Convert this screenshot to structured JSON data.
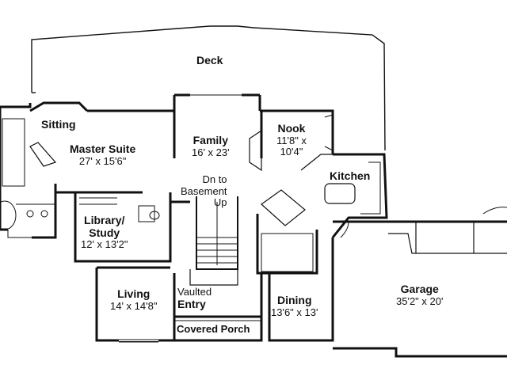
{
  "rooms": {
    "deck": {
      "name": "Deck"
    },
    "sitting": {
      "name": "Sitting"
    },
    "master_suite": {
      "name": "Master Suite",
      "dims": "27' x 15'6\""
    },
    "family": {
      "name": "Family",
      "dims": "16' x 23'"
    },
    "nook": {
      "name": "Nook",
      "dims_line1": "11'8\" x",
      "dims_line2": "10'4\""
    },
    "kitchen": {
      "name": "Kitchen"
    },
    "stairs": {
      "line1": "Dn to",
      "line2": "Basement",
      "line3": "Up"
    },
    "library": {
      "name_line1": "Library/",
      "name_line2": "Study",
      "dims": "12' x 13'2\""
    },
    "living": {
      "name": "Living",
      "dims": "14' x 14'8\""
    },
    "entry": {
      "line1": "Vaulted",
      "line2": "Entry"
    },
    "porch": {
      "name": "Covered Porch"
    },
    "dining": {
      "name": "Dining",
      "dims": "13'6\" x 13'"
    },
    "garage": {
      "name": "Garage",
      "dims": "35'2\" x 20'"
    }
  }
}
